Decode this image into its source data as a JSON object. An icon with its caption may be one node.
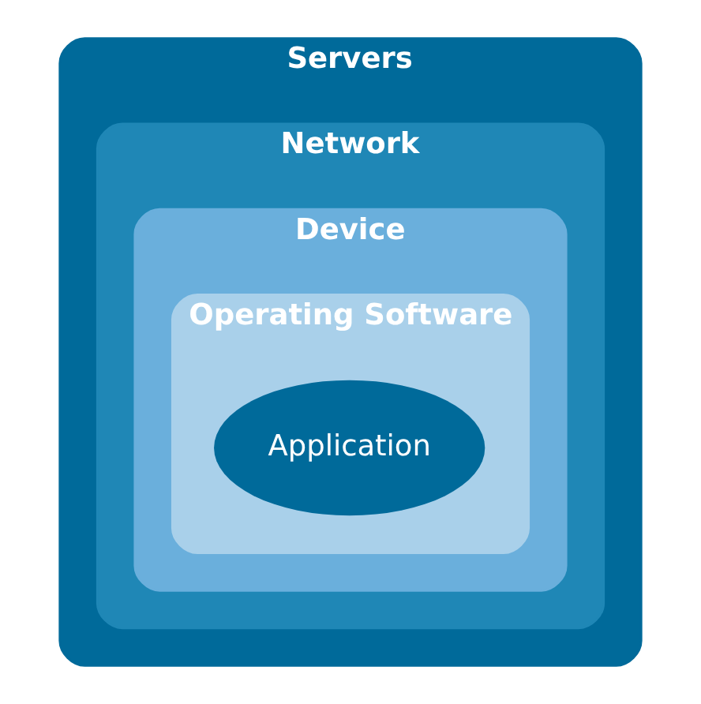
{
  "diagram": {
    "nodes": [
      {
        "text": [
          "Servers"
        ]
      },
      {
        "text": [
          "Network"
        ],
        "in": 0
      },
      {
        "text": [
          "Device"
        ],
        "in": 1
      },
      {
        "text": [
          "Operating Software"
        ],
        "in": 2
      },
      {
        "text": [
          "Application"
        ],
        "in": 3
      }
    ]
  }
}
